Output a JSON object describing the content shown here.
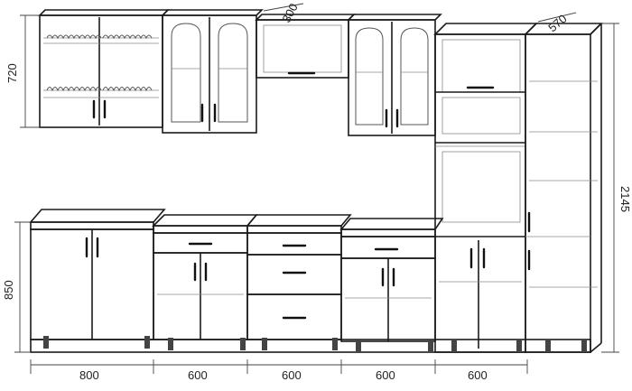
{
  "dimensions": {
    "wall_height": "720",
    "wall_depth": "300",
    "tall_depth": "570",
    "tall_height": "2145",
    "base_height": "850",
    "widths": [
      "800",
      "600",
      "600",
      "600",
      "600"
    ]
  }
}
